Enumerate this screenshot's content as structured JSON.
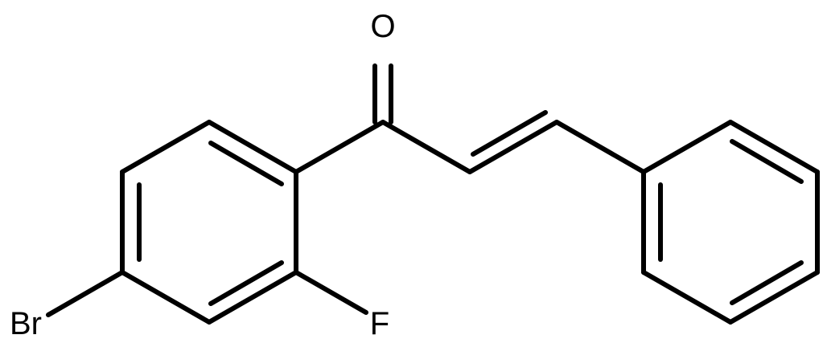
{
  "molecule": {
    "atoms": {
      "oxygen": "O",
      "fluorine": "F",
      "bromine": "Br"
    }
  },
  "colors": {
    "bond": "#000000",
    "background": "#ffffff"
  }
}
